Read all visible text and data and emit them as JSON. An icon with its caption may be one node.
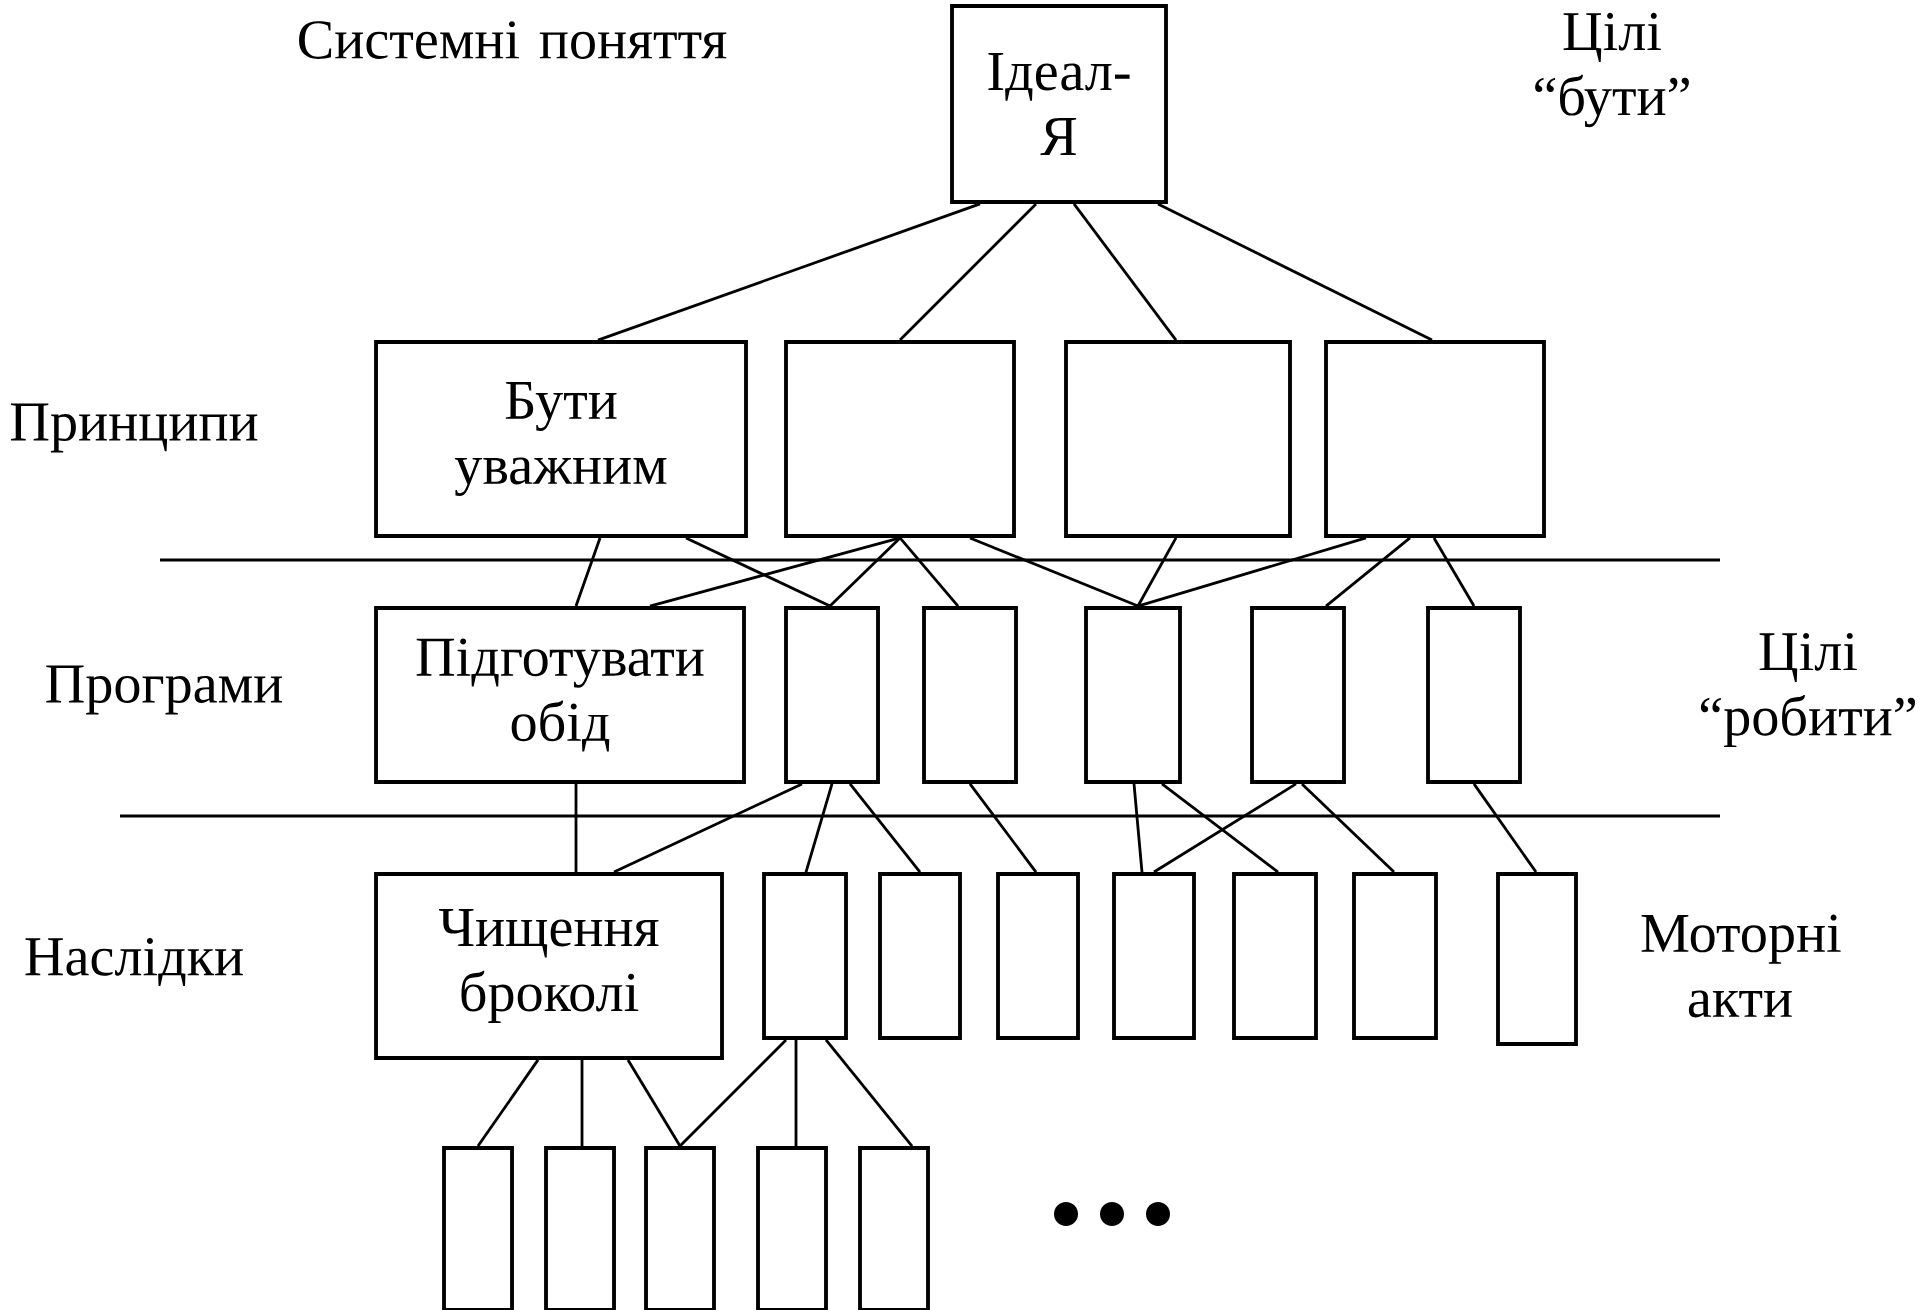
{
  "diagram": {
    "nodes": [
      {
        "text": [
          "Ідеал-Я"
        ]
      },
      {
        "text": [
          "Бути уважним"
        ]
      },
      {
        "text": [],
        "shape": "box"
      },
      {
        "text": [],
        "shape": "box"
      },
      {
        "text": [],
        "shape": "box"
      },
      {
        "text": [
          "Підготувати обід"
        ]
      },
      {
        "text": [],
        "shape": "box"
      },
      {
        "text": [],
        "shape": "box"
      },
      {
        "text": [],
        "shape": "box"
      },
      {
        "text": [],
        "shape": "box"
      },
      {
        "text": [],
        "shape": "box"
      },
      {
        "text": [
          "Чищення броколі"
        ]
      },
      {
        "text": [],
        "shape": "box"
      },
      {
        "text": [],
        "shape": "box"
      },
      {
        "text": [],
        "shape": "box"
      },
      {
        "text": [],
        "shape": "box"
      },
      {
        "text": [],
        "shape": "box"
      },
      {
        "text": [],
        "shape": "box"
      },
      {
        "text": [],
        "shape": "box"
      },
      {
        "text": [],
        "shape": "box"
      },
      {
        "text": [],
        "shape": "box"
      },
      {
        "text": [],
        "shape": "box"
      },
      {
        "text": [],
        "shape": "box"
      },
      {
        "text": [],
        "shape": "box"
      }
    ],
    "edges": [
      {
        "from": 0,
        "to": 1,
        "arrow": "none"
      },
      {
        "from": 0,
        "to": 2,
        "arrow": "none"
      },
      {
        "from": 0,
        "to": 3,
        "arrow": "none"
      },
      {
        "from": 0,
        "to": 4,
        "arrow": "none"
      },
      {
        "from": 1,
        "to": 5,
        "arrow": "none"
      },
      {
        "from": 1,
        "to": 6,
        "arrow": "none"
      },
      {
        "from": 2,
        "to": 5,
        "arrow": "none"
      },
      {
        "from": 2,
        "to": 6,
        "arrow": "none"
      },
      {
        "from": 2,
        "to": 7,
        "arrow": "none"
      },
      {
        "from": 2,
        "to": 8,
        "arrow": "none"
      },
      {
        "from": 3,
        "to": 8,
        "arrow": "none"
      },
      {
        "from": 4,
        "to": 8,
        "arrow": "none"
      },
      {
        "from": 4,
        "to": 9,
        "arrow": "none"
      },
      {
        "from": 4,
        "to": 10,
        "arrow": "none"
      },
      {
        "from": 5,
        "to": 11,
        "arrow": "none"
      },
      {
        "from": 6,
        "to": 11,
        "arrow": "none"
      },
      {
        "from": 6,
        "to": 12,
        "arrow": "none"
      },
      {
        "from": 6,
        "to": 13,
        "arrow": "none"
      },
      {
        "from": 7,
        "to": 14,
        "arrow": "none"
      },
      {
        "from": 8,
        "to": 15,
        "arrow": "none"
      },
      {
        "from": 8,
        "to": 16,
        "arrow": "none"
      },
      {
        "from": 9,
        "to": 15,
        "arrow": "none"
      },
      {
        "from": 9,
        "to": 17,
        "arrow": "none"
      },
      {
        "from": 10,
        "to": 18,
        "arrow": "none"
      },
      {
        "from": 11,
        "to": 19,
        "arrow": "none"
      },
      {
        "from": 11,
        "to": 20,
        "arrow": "none"
      },
      {
        "from": 11,
        "to": 21,
        "arrow": "none"
      },
      {
        "from": 12,
        "to": 21,
        "arrow": "none"
      },
      {
        "from": 12,
        "to": 22,
        "arrow": "none"
      },
      {
        "from": 12,
        "to": 23,
        "arrow": "none"
      }
    ],
    "labels": [
      "Системні поняття",
      "Цілі “бути”",
      "Принципи",
      "Програми",
      "Цілі “робити”",
      "Наслідки",
      "Моторні акти"
    ]
  }
}
